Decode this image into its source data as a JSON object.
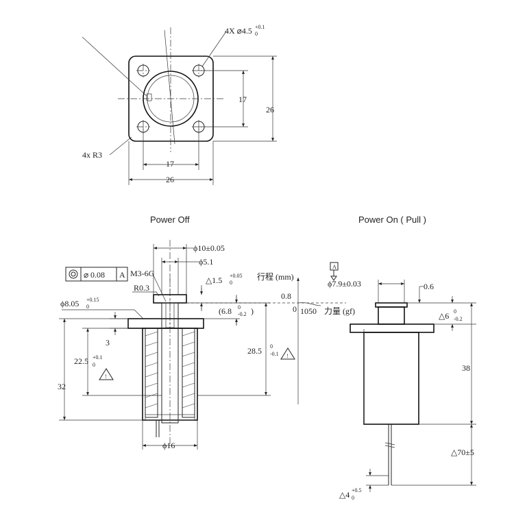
{
  "views": {
    "power_off_title": "Power Off",
    "power_on_title": "Power On ( Pull )"
  },
  "top_view": {
    "hole_label_prefix": "4X ",
    "hole_dia": "⌀4.5",
    "hole_tol_upper": "+0.1",
    "hole_tol_lower": "0",
    "radius_label": "4x R3",
    "dim_vertical_inner": "17",
    "dim_vertical_outer": "26",
    "dim_horizontal_inner": "17",
    "dim_horizontal_outer": "26"
  },
  "power_off": {
    "fcf_flatness": "0.08",
    "fcf_datum": "A",
    "thread_label": "M3-6G",
    "radius_label": "R0.3",
    "dia_plunger": "ϕ10±0.05",
    "dia_rod": "ϕ5.1",
    "stroke_top_val": "△1.5",
    "stroke_top_upper": "+0.05",
    "stroke_top_lower": "0",
    "ref_val": "(6.8",
    "ref_upper": "0",
    "ref_lower": "-0.2",
    "ref_close": ")",
    "flange_dia_val": "ϕ8.05",
    "flange_dia_upper": "+0.15",
    "flange_dia_lower": "0",
    "dim_3": "3",
    "dim_225_val": "22.5",
    "dim_225_upper": "+0.1",
    "dim_225_lower": "0",
    "dim_32": "32",
    "dim_285_val": "28.5",
    "dim_285_upper": "0",
    "dim_285_lower": "-0.1",
    "dia_body": "ϕ16"
  },
  "graph": {
    "y_axis_label": "行程 (mm)",
    "point_stroke": "0.8",
    "origin": "0",
    "point_force": "1050",
    "x_axis_label": "力量 (gf)"
  },
  "power_on": {
    "datum_box": "A",
    "dia_top_val": "ϕ7.9±0.03",
    "dim_06": "0.6",
    "dim_6_val": "△6",
    "dim_6_upper": "0",
    "dim_6_lower": "-0.2",
    "dim_38": "38",
    "dim_70": "△70±5",
    "dim_4_val": "△4",
    "dim_4_upper": "+0.5",
    "dim_4_lower": "0"
  }
}
